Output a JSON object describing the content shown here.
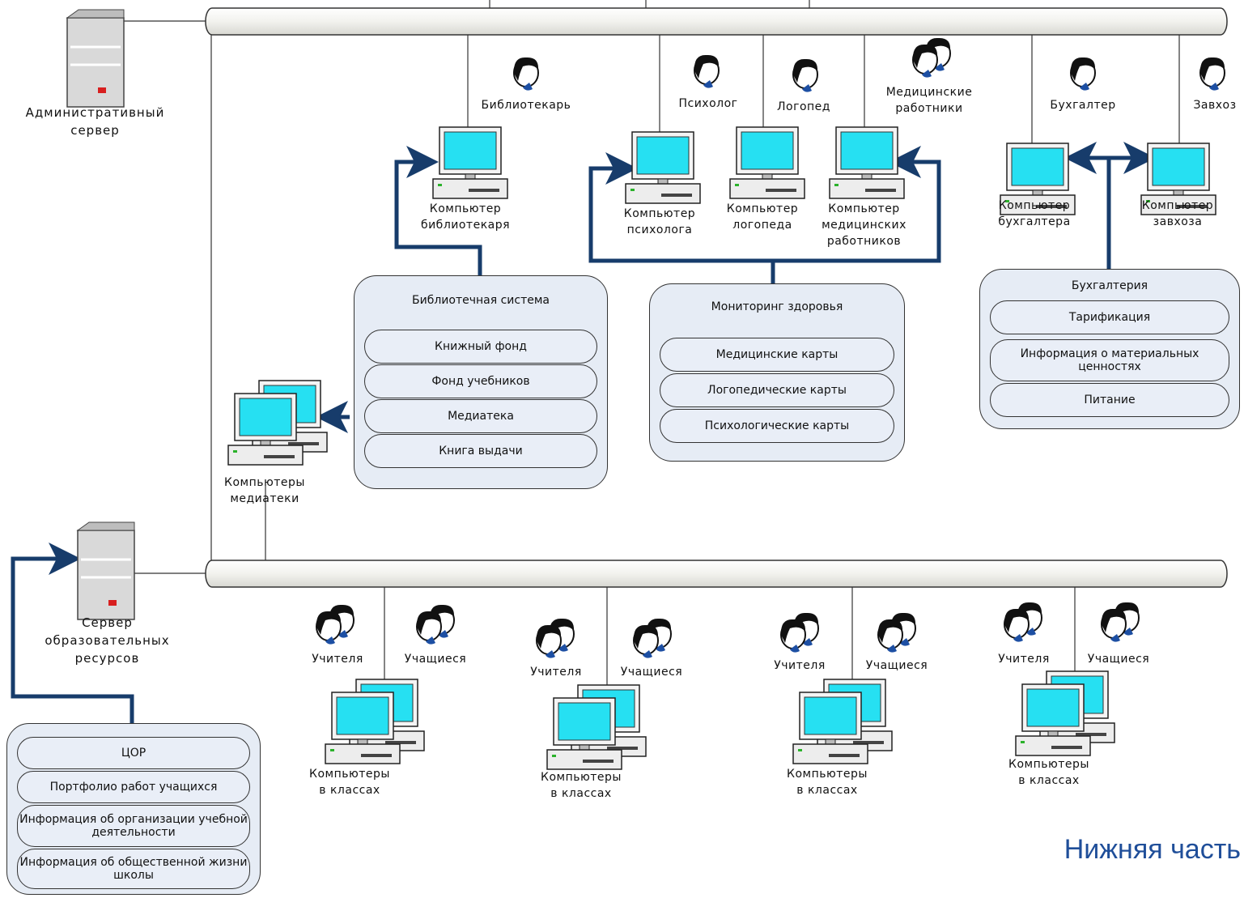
{
  "labels": {
    "admin_server": [
      "Административный",
      "сервер"
    ],
    "edu_server": [
      "Сервер",
      "образовательных",
      "ресурсов"
    ],
    "librarian": "Библиотекарь",
    "psychologist": "Психолог",
    "logoped": "Логопед",
    "medical_workers": [
      "Медицинские",
      "работники"
    ],
    "accountant": "Бухгалтер",
    "manager": "Завхоз",
    "pc_librarian": [
      "Компьютер",
      "библиотекаря"
    ],
    "pc_psychologist": [
      "Компьютер",
      "психолога"
    ],
    "pc_logoped": [
      "Компьютер",
      "логопеда"
    ],
    "pc_medical": [
      "Компьютер",
      "медицинских",
      "работников"
    ],
    "pc_accountant": [
      "Компьютер",
      "бухгалтера"
    ],
    "pc_manager": [
      "Компьютер",
      "завхоза"
    ],
    "pc_mediateka": [
      "Компьютеры",
      "медиатеки"
    ],
    "teachers": "Учителя",
    "students": "Учащиеся",
    "pc_classes": [
      "Компьютеры",
      "в классах"
    ]
  },
  "panels": {
    "library": {
      "title": "Библиотечная система",
      "items": [
        "Книжный фонд",
        "Фонд учебников",
        "Медиатека",
        "Книга выдачи"
      ]
    },
    "health": {
      "title": "Мониторинг здоровья",
      "items": [
        "Медицинские карты",
        "Логопедические карты",
        "Психологические карты"
      ]
    },
    "accounting": {
      "title": "Бухгалтерия",
      "items": [
        "Тарификация",
        "Информация о материальных ценностях",
        "Питание"
      ]
    },
    "resources": {
      "items": [
        "ЦОР",
        "Портфолио работ учащихся",
        "Информация об организации учебной деятельности",
        "Информация об общественной жизни школы"
      ]
    }
  },
  "footer": "Нижняя часть",
  "colors": {
    "arrow": "#173c6b",
    "panel_fill": "#e6ecf5",
    "screen": "#26e0f2",
    "footer": "#1f4e99"
  }
}
